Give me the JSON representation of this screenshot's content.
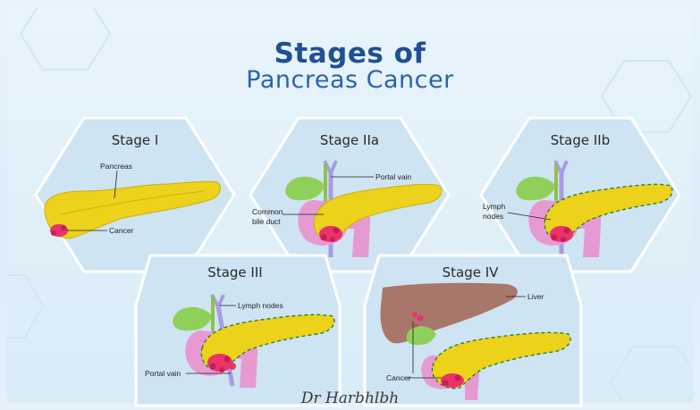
{
  "header": {
    "title_line1": "Stages of",
    "title_line2": "Pancreas Cancer"
  },
  "stages": [
    {
      "label": "Stage I",
      "annotations": {
        "pancreas": "Pancreas",
        "cancer": "Cancer"
      }
    },
    {
      "label": "Stage IIa",
      "annotations": {
        "portal": "Portal vain",
        "bile_1": "Common",
        "bile_2": "bile duct"
      }
    },
    {
      "label": "Stage IIb",
      "annotations": {
        "lymph_1": "Lymph",
        "lymph_2": "nodes"
      }
    },
    {
      "label": "Stage III",
      "annotations": {
        "lymph": "Lymph nodes",
        "portal": "Portal vain"
      }
    },
    {
      "label": "Stage IV",
      "annotations": {
        "liver": "Liver",
        "cancer": "Cancer"
      }
    }
  ],
  "footer": {
    "signature": "Dr Harbhlbh"
  },
  "colors": {
    "title_dark": "#1f4f95",
    "title_light": "#2b63ad",
    "hex_fill": "#cfe4f3",
    "pancreas": "#ecd21a",
    "pancreas_outline": "#c9b00a",
    "tumor": "#e8336b",
    "duodenum": "#e79ad2",
    "gallbladder": "#8fd05a",
    "duct": "#8ec24f",
    "vein": "#a89ce0",
    "liver": "#a8776b",
    "spread_outline": "#2f7d3a"
  }
}
